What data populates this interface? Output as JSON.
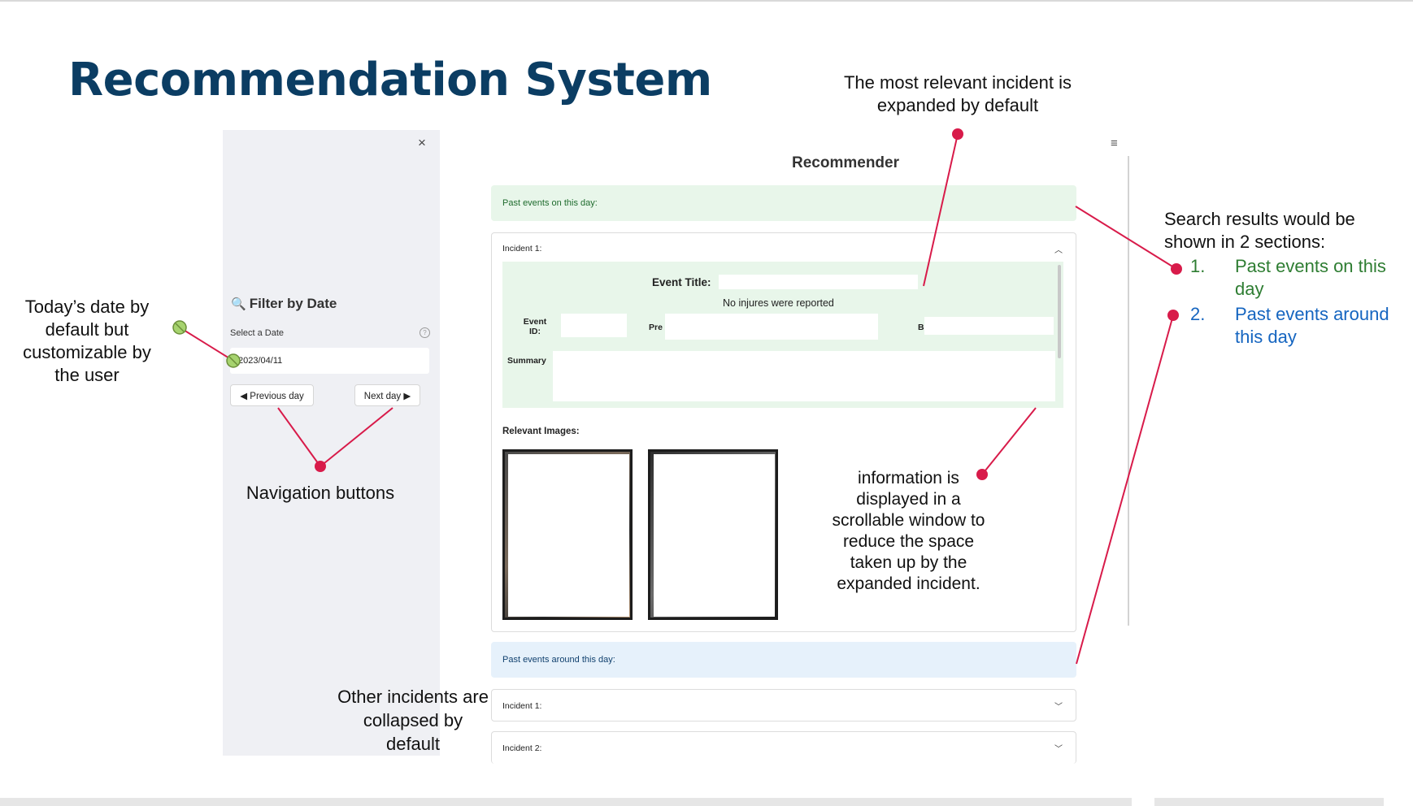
{
  "slide": {
    "title": "Recommendation System"
  },
  "sidebar": {
    "close_icon": "×",
    "filter_title": "Filter by Date",
    "select_label": "Select a Date",
    "help_icon": "?",
    "date_value": "2023/04/11",
    "prev_label": "◀ Previous day",
    "next_label": "Next day ▶"
  },
  "app": {
    "title": "Recommender",
    "menu_icon": "≡",
    "section1_label": "Past events on this day:",
    "section2_label": "Past events around this day:",
    "expanded_incident_label": "Incident 1:",
    "collapsed_incidents": [
      "Incident 1:",
      "Incident 2:"
    ],
    "event_title_label": "Event Title:",
    "injury_text": "No injures were reported",
    "event_id_label": "Event ID:",
    "pre_label": "Pre",
    "b_label": "B",
    "summary_label": "Summary",
    "relevant_images_label": "Relevant Images:"
  },
  "annotations": {
    "today_date": "Today’s date by default but customizable by the user",
    "navigation": "Navigation buttons",
    "most_relevant": "The most relevant incident is expanded by default",
    "scrollable": "information is displayed in a scrollable window to reduce the space taken up by the expanded incident.",
    "other_incidents": "Other incidents are collapsed by default",
    "search_results": "Search results would be shown in 2 sections:",
    "list": [
      {
        "num": "1.",
        "text": "Past events on this day",
        "color": "#2e7d32"
      },
      {
        "num": "2.",
        "text": "Past events around this day",
        "color": "#1565c0"
      }
    ]
  },
  "colors": {
    "title": "#0b3d63",
    "callout": "#d81b4a",
    "green_banner": "#e8f6ea",
    "blue_banner": "#e6f1fb"
  }
}
